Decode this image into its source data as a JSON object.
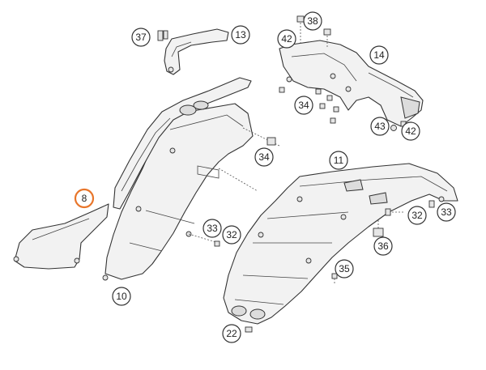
{
  "highlight_color": "#e8752a",
  "outline_color": "#333333",
  "callouts": [
    {
      "id": "c37",
      "label": "37"
    },
    {
      "id": "c13",
      "label": "13"
    },
    {
      "id": "c38",
      "label": "38"
    },
    {
      "id": "c42a",
      "label": "42"
    },
    {
      "id": "c14",
      "label": "14"
    },
    {
      "id": "c34a",
      "label": "34"
    },
    {
      "id": "c43",
      "label": "43"
    },
    {
      "id": "c42b",
      "label": "42"
    },
    {
      "id": "c34b",
      "label": "34"
    },
    {
      "id": "c11",
      "label": "11"
    },
    {
      "id": "c8",
      "label": "8",
      "highlighted": true
    },
    {
      "id": "c33a",
      "label": "33"
    },
    {
      "id": "c32a",
      "label": "32"
    },
    {
      "id": "c32b",
      "label": "32"
    },
    {
      "id": "c33b",
      "label": "33"
    },
    {
      "id": "c36",
      "label": "36"
    },
    {
      "id": "c35",
      "label": "35"
    },
    {
      "id": "c10",
      "label": "10"
    },
    {
      "id": "c22",
      "label": "22"
    }
  ]
}
